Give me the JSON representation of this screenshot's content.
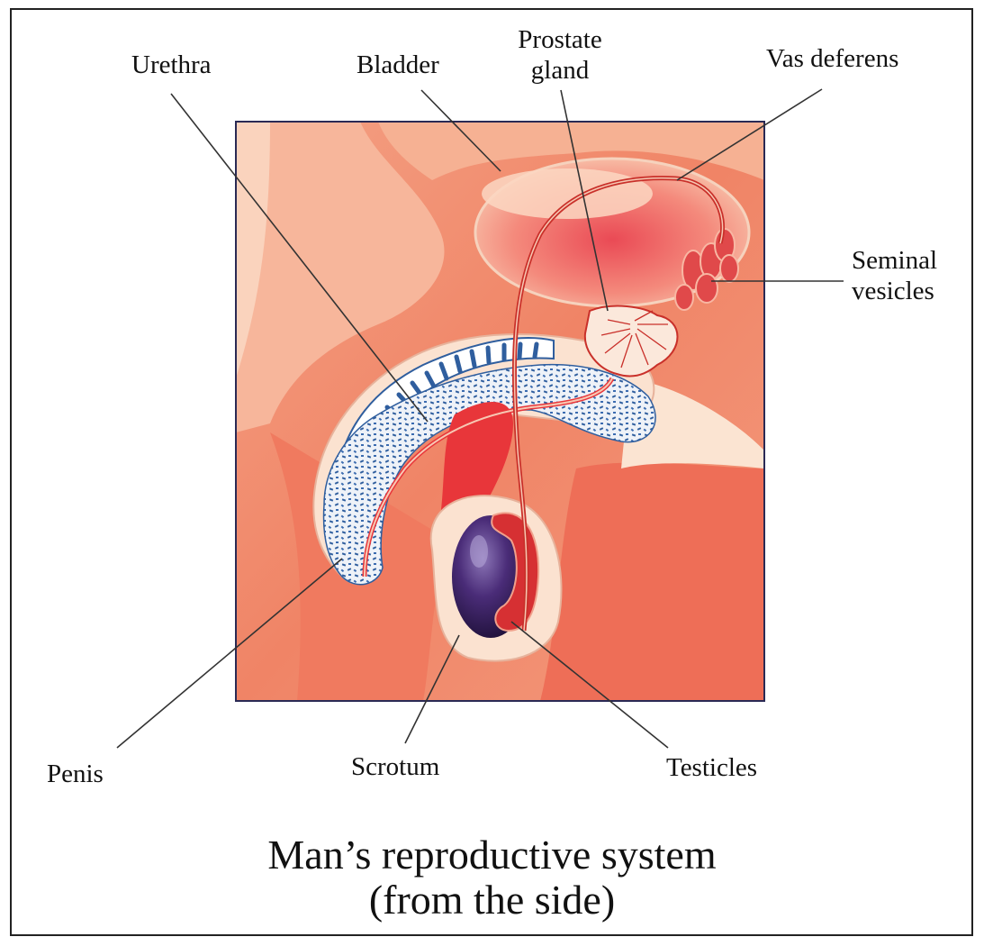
{
  "labels": {
    "urethra": "Urethra",
    "bladder": "Bladder",
    "prostate_line1": "Prostate",
    "prostate_line2": "gland",
    "vas_deferens": "Vas deferens",
    "seminal_line1": "Seminal",
    "seminal_line2": "vesicles",
    "penis": "Penis",
    "scrotum": "Scrotum",
    "testicles": "Testicles"
  },
  "caption": {
    "line1": "Man’s reproductive system",
    "line2": "(from the side)"
  },
  "colors": {
    "tissue_light": "#f8c2a4",
    "tissue_mid": "#f1876a",
    "tissue_deep": "#e2543d",
    "blue_tissue": "#2f5e9e",
    "testicle": "#3a2060",
    "duct": "#c9302a",
    "leader_line": "#333333"
  }
}
